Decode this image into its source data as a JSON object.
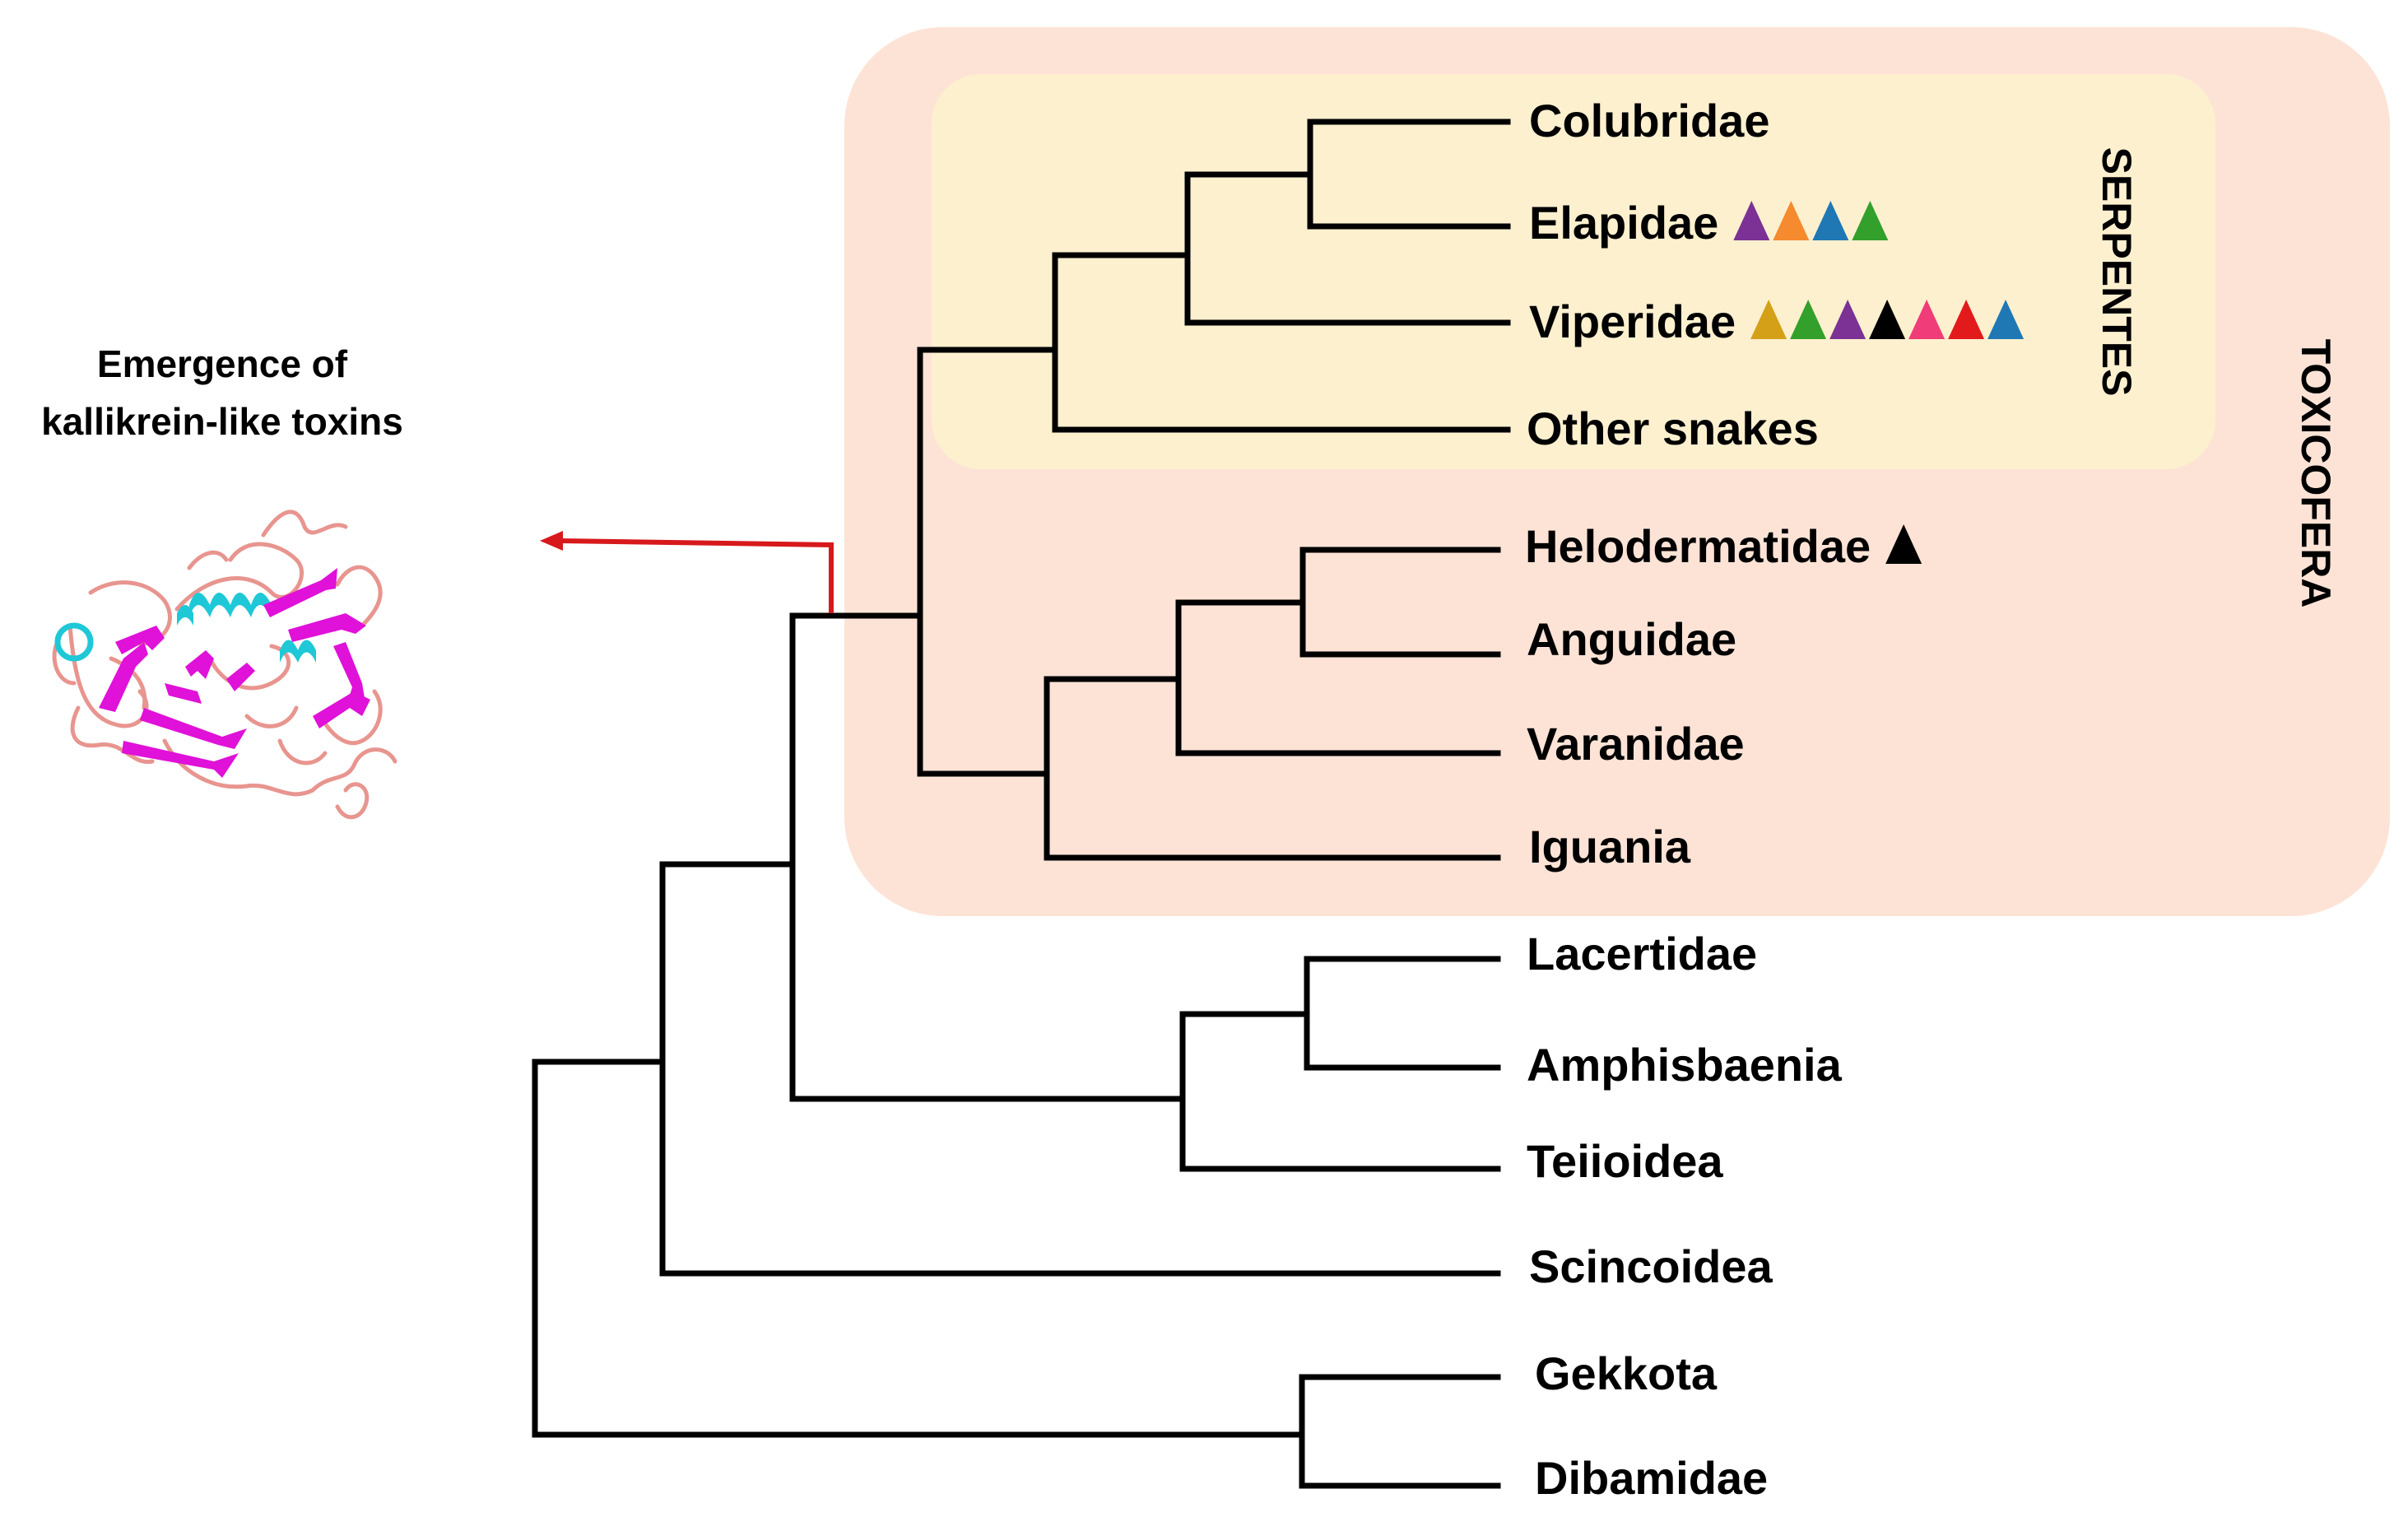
{
  "caption": {
    "line1": "Emergence of",
    "line2": "kallikrein-like toxins"
  },
  "clades": {
    "toxicofera": "TOXICOFERA",
    "serpentes": "SERPENTES"
  },
  "taxa": [
    {
      "label": "Colubridae",
      "markers": []
    },
    {
      "label": "Elapidae",
      "markers": [
        "#7B3294",
        "#F58A2E",
        "#1F78B4",
        "#33A02C"
      ]
    },
    {
      "label": "Viperidae",
      "markers": [
        "#D4A017",
        "#33A02C",
        "#7B3294",
        "#000000",
        "#F03C78",
        "#E31A1C",
        "#1F78B4"
      ]
    },
    {
      "label": "Other snakes",
      "markers": []
    },
    {
      "label": "Helodermatidae",
      "markers": [
        "#000000"
      ]
    },
    {
      "label": "Anguidae",
      "markers": []
    },
    {
      "label": "Varanidae",
      "markers": []
    },
    {
      "label": "Iguania",
      "markers": []
    },
    {
      "label": "Lacertidae",
      "markers": []
    },
    {
      "label": "Amphisbaenia",
      "markers": []
    },
    {
      "label": "Teiioidea",
      "markers": []
    },
    {
      "label": "Scincoidea",
      "markers": []
    },
    {
      "label": "Gekkota",
      "markers": []
    },
    {
      "label": "Dibamidae",
      "markers": []
    }
  ],
  "colors": {
    "toxicofera_box": "#FDE3D6",
    "serpentes_box": "#FDF0CF",
    "arrow": "#D7191C",
    "helix": "#1FC8D6",
    "sheet": "#E011D8",
    "loop": "#E8958F"
  }
}
